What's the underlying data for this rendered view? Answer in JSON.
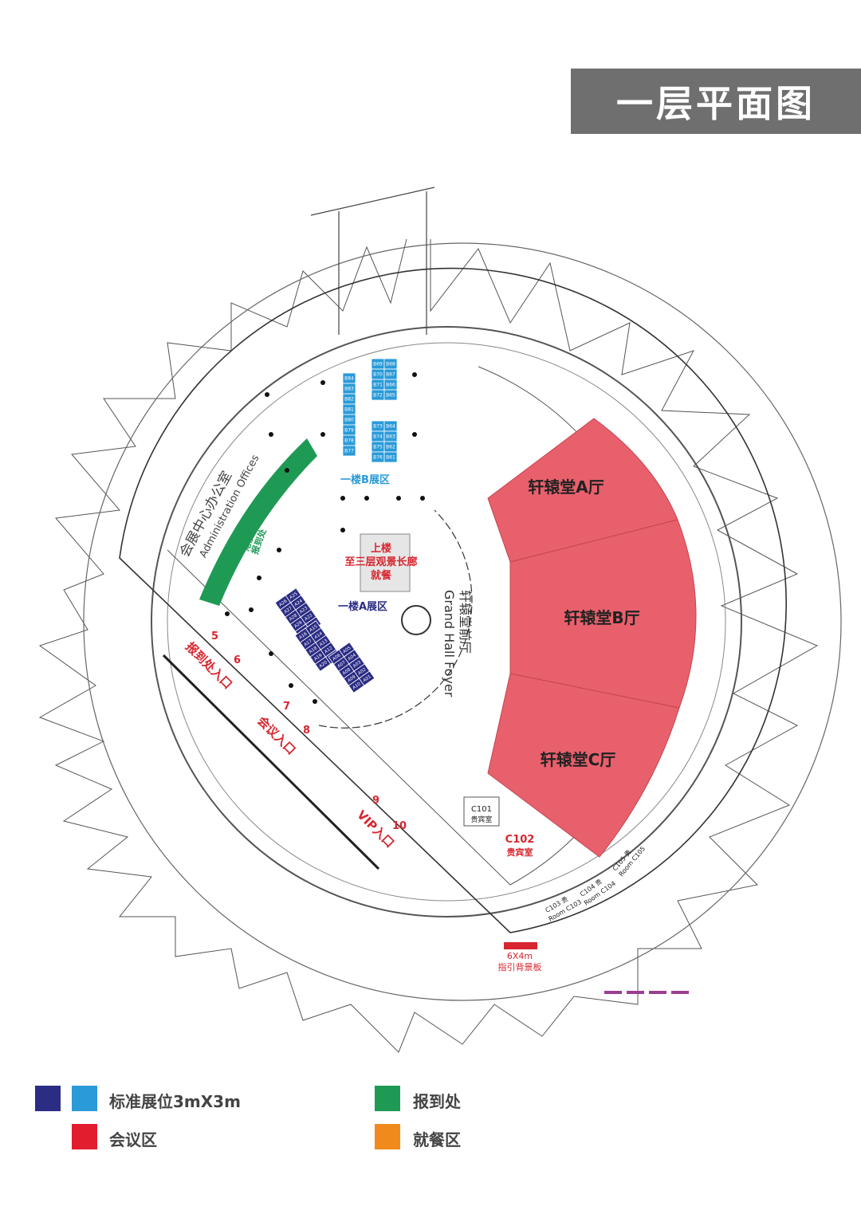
{
  "title": "一层平面图",
  "colors": {
    "hall": "#e8606c",
    "registration": "#1f9a55",
    "booth_a": "#2b2c84",
    "booth_b": "#2a9ad8",
    "red_text": "#d7262f",
    "dining": "#f08a1d",
    "title_bg": "#6f6f6f",
    "purple": "#9b3f90"
  },
  "halls": {
    "a": "轩辕堂A厅",
    "b": "轩辕堂B厅",
    "c": "轩辕堂C厅"
  },
  "labels": {
    "zone_b": "一楼B展区",
    "zone_a": "一楼A展区",
    "stairs_line1": "上楼",
    "stairs_line2": "至三层观景长廊",
    "stairs_line3": "就餐",
    "foyer_cn": "轩辕堂前厅",
    "foyer_en": "Grand Hall Foyer",
    "admin_cn": "会展中心办公室",
    "admin_en": "Administration Offices",
    "registration_line1": "报到",
    "registration_line2": "港澳台",
    "registration_line3": "报到处",
    "entrance_registration": "报到处入口",
    "entrance_meeting": "会议入口",
    "entrance_vip": "VIP入口",
    "c101": "C101",
    "c101_sub": "贵宾室",
    "c102": "C102",
    "c102_sub": "贵宾室",
    "c103": "C103 贵",
    "c103_en": "Room C103",
    "c104": "C104 贵",
    "c104_en": "Room C104",
    "c105": "C105 贵",
    "c105_en": "Room C105",
    "sign_line1": "6X4m",
    "sign_line2": "指引背景板"
  },
  "doors": [
    "5",
    "6",
    "7",
    "8",
    "9",
    "10"
  ],
  "booths_b_left": [
    "B84",
    "B83",
    "B82",
    "B81",
    "B80",
    "B79",
    "B78",
    "B77"
  ],
  "booths_b_right": [
    [
      "B69",
      "B68"
    ],
    [
      "B70",
      "B67"
    ],
    [
      "B71",
      "B66"
    ],
    [
      "B72",
      "B65"
    ],
    [
      "B73",
      "B64"
    ],
    [
      "B74",
      "B63"
    ],
    [
      "B75",
      "B62"
    ],
    [
      "B76",
      "B61"
    ]
  ],
  "booths_a_group1": [
    [
      "A26",
      "A25"
    ],
    [
      "A27",
      "A24"
    ],
    [
      "A28",
      "A23"
    ],
    [
      "A29",
      "A22"
    ],
    [
      "A30",
      "A21"
    ]
  ],
  "booths_a_group2": [
    [
      "A16",
      "A15"
    ],
    [
      "A17",
      "A14"
    ],
    [
      "A18",
      "A13"
    ],
    [
      "A19",
      "A12"
    ],
    [
      "A20",
      "A11"
    ]
  ],
  "booths_a_group3": [
    [
      "A06",
      "A05"
    ],
    [
      "A07",
      "A04"
    ],
    [
      "A08",
      "A03"
    ],
    [
      "A09",
      "A02"
    ],
    [
      "A10",
      "A01"
    ]
  ],
  "legend": {
    "booth": "标准展位3mX3m",
    "registration": "报到处",
    "meeting": "会议区",
    "dining": "就餐区"
  }
}
